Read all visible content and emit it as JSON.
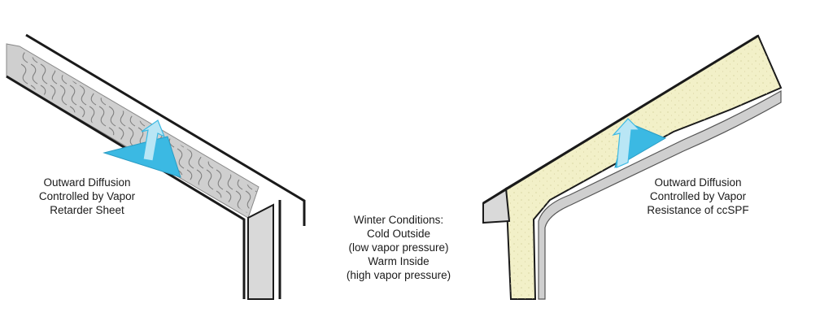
{
  "labels": {
    "left": [
      "Outward Diffusion",
      "Controlled by Vapor",
      "Retarder Sheet"
    ],
    "center": [
      "Winter Conditions:",
      "Cold Outside",
      "(low vapor pressure)",
      "Warm Inside",
      "(high vapor pressure)"
    ],
    "right": [
      "Outward Diffusion",
      "Controlled by Vapor",
      "Resistance of ccSPF"
    ]
  },
  "colors": {
    "line": "#1a1a1a",
    "wall_gray": "#d9d9d9",
    "insulation_gray": "#bdbdbd",
    "foam": "#f2f0c8",
    "arrow_blue": "#3bb9e3",
    "arrow_light": "#b9e6f5"
  }
}
